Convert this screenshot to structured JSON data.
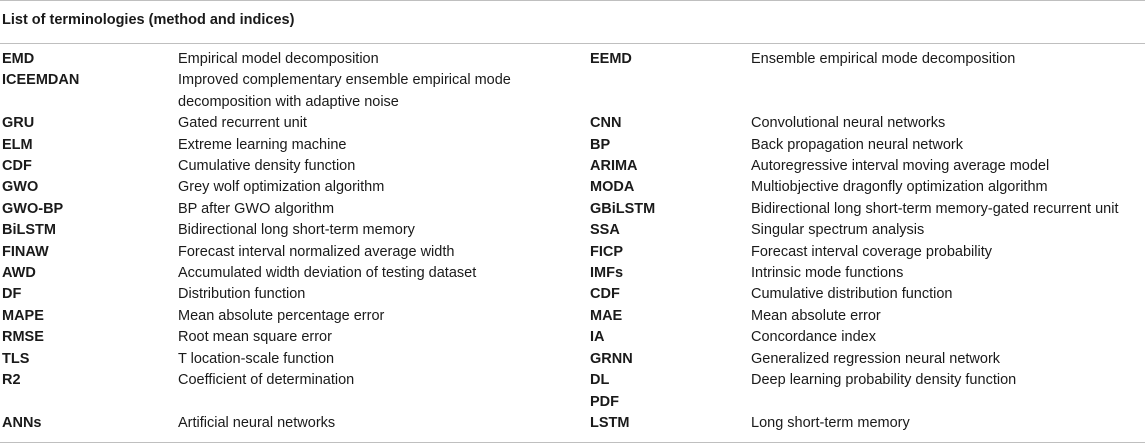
{
  "title": "List of terminologies (method and indices)",
  "rows": [
    {
      "t1": "EMD",
      "d1": "Empirical model decomposition",
      "t2": "EEMD",
      "d2": "Ensemble empirical mode decomposition"
    },
    {
      "t1": "ICEEMDAN",
      "d1": "Improved complementary ensemble empirical mode decomposition with adaptive noise",
      "t2": "",
      "d2": ""
    },
    {
      "t1": "GRU",
      "d1": "Gated recurrent unit",
      "t2": "CNN",
      "d2": "Convolutional neural networks"
    },
    {
      "t1": "ELM",
      "d1": "Extreme learning machine",
      "t2": "BP",
      "d2": "Back propagation neural network"
    },
    {
      "t1": "CDF",
      "d1": "Cumulative density function",
      "t2": "ARIMA",
      "d2": "Autoregressive interval moving average model"
    },
    {
      "t1": "GWO",
      "d1": "Grey wolf optimization algorithm",
      "t2": "MODA",
      "d2": "Multiobjective dragonfly optimization algorithm"
    },
    {
      "t1": "GWO-BP",
      "d1": "BP after GWO algorithm",
      "t2": "GBiLSTM",
      "d2": "Bidirectional long short-term memory-gated recurrent unit"
    },
    {
      "t1": "BiLSTM",
      "d1": "Bidirectional long short-term memory",
      "t2": "SSA",
      "d2": "Singular spectrum analysis"
    },
    {
      "t1": "FINAW",
      "d1": "Forecast interval normalized average width",
      "t2": "FICP",
      "d2": "Forecast interval coverage probability"
    },
    {
      "t1": "AWD",
      "d1": "Accumulated width deviation of testing dataset",
      "t2": "IMFs",
      "d2": "Intrinsic mode functions"
    },
    {
      "t1": "DF",
      "d1": "Distribution function",
      "t2": "CDF",
      "d2": "Cumulative distribution function"
    },
    {
      "t1": "MAPE",
      "d1": "Mean absolute percentage error",
      "t2": "MAE",
      "d2": "Mean absolute error"
    },
    {
      "t1": "RMSE",
      "d1": "Root mean square error",
      "t2": "IA",
      "d2": "Concordance index"
    },
    {
      "t1": "TLS",
      "d1": "T location-scale function",
      "t2": "GRNN",
      "d2": "Generalized regression neural network"
    },
    {
      "t1": "R2",
      "d1": "Coefficient of determination",
      "t2": "DL",
      "d2": "Deep learning probability density function"
    },
    {
      "t1": "",
      "d1": "",
      "t2": "PDF",
      "d2": ""
    },
    {
      "t1": "ANNs",
      "d1": "Artificial neural networks",
      "t2": "LSTM",
      "d2": "Long short-term memory"
    }
  ]
}
